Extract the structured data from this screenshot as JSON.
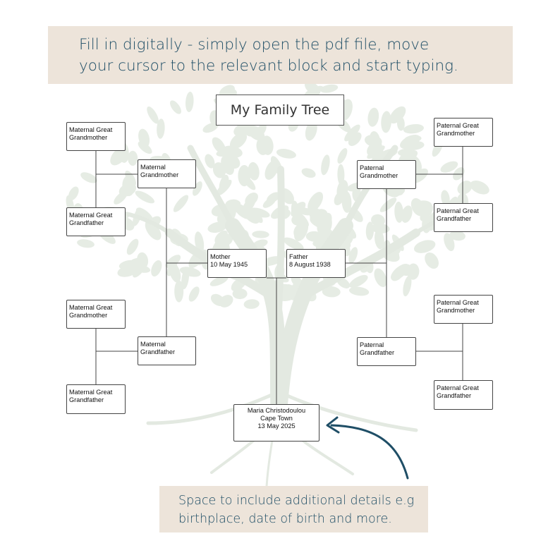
{
  "banners": {
    "top_line1": "Fill in digitally - simply open the pdf file, move",
    "top_line2": "your cursor to the relevant block and start typing.",
    "bottom_line1": "Space to include additional details e.g",
    "bottom_line2": "birthplace, date of birth and more."
  },
  "title": "My Family Tree",
  "people": {
    "mat_ggm_1": [
      "Maternal Great",
      "Grandmother"
    ],
    "mat_ggf_1": [
      "Maternal Great",
      "Grandfather"
    ],
    "mat_gm": [
      "Maternal",
      "Grandmother"
    ],
    "mat_ggm_2": [
      "Maternal Great",
      "Grandmother"
    ],
    "mat_ggf_2": [
      "Maternal Great",
      "Grandfather"
    ],
    "mat_gf": [
      "Maternal",
      "Grandfather"
    ],
    "pat_ggm_1": [
      "Paternal Great",
      "Grandmother"
    ],
    "pat_ggf_1": [
      "Paternal Great",
      "Grandfather"
    ],
    "pat_gm": [
      "Paternal",
      "Grandmother"
    ],
    "pat_ggm_2": [
      "Paternal Great",
      "Grandmother"
    ],
    "pat_ggf_2": [
      "Paternal Great",
      "Grandfather"
    ],
    "pat_gf": [
      "Paternal",
      "Grandfather"
    ],
    "mother": [
      "Mother",
      "10 May 1945"
    ],
    "father": [
      "Father",
      "8 August 1938"
    ],
    "child": [
      "Maria Christodoulou",
      "Cape Town",
      "13 May 2025"
    ]
  },
  "colors": {
    "banner_bg": "#ede4da",
    "banner_text": "#1f4e66",
    "tree": "#e6ece4",
    "arrow": "#1f4e66"
  }
}
